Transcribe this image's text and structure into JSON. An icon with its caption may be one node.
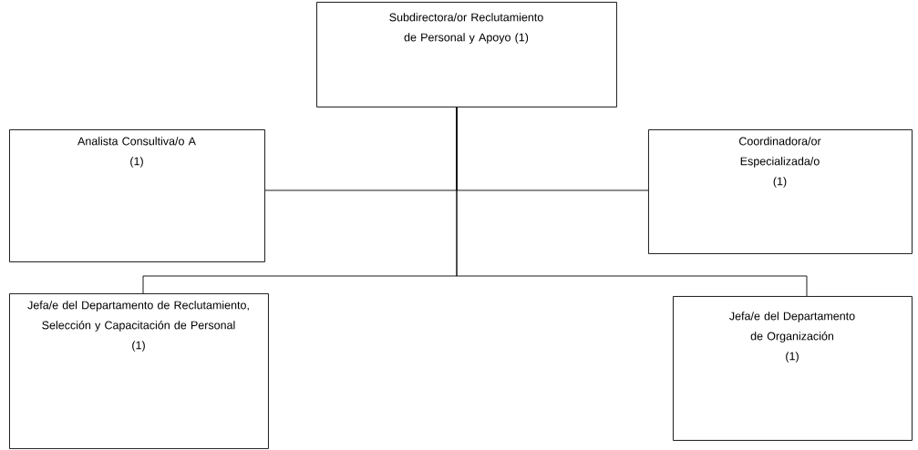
{
  "diagram": {
    "nodes": [
      {
        "text": [
          "Subdirectora/or Reclutamiento de Personal y Apoyo (1)"
        ]
      },
      {
        "text": [
          "Analista Consultiva/o A",
          "(1)"
        ]
      },
      {
        "text": [
          "Coordinadora/or Especializada/o",
          "(1)"
        ]
      },
      {
        "text": [
          "Jefa/e del Departamento de Reclutamiento, Selección y Capacitación de Personal",
          "(1)"
        ]
      },
      {
        "text": [
          "Jefa/e del Departamento de Organización",
          "(1)"
        ]
      }
    ],
    "edges": [
      {
        "from": 0,
        "to": 1,
        "arrow": "none"
      },
      {
        "from": 0,
        "to": 2,
        "arrow": "none"
      },
      {
        "from": 0,
        "to": 3,
        "arrow": "none"
      },
      {
        "from": 0,
        "to": 4,
        "arrow": "none"
      }
    ]
  }
}
